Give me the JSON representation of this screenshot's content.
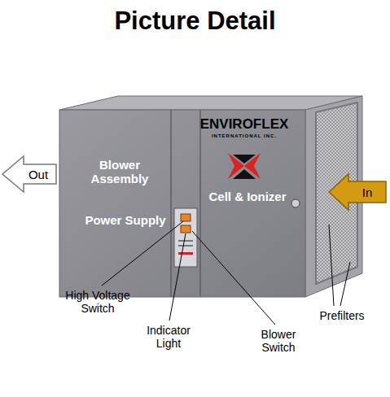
{
  "diagram": {
    "title": "Picture Detail",
    "nodes": [
      {
        "text": [
          "Out"
        ]
      },
      {
        "text": [
          "In"
        ]
      }
    ],
    "labels": [
      "ENVIROFLEX",
      "INTERNATIONAL INC.",
      "Blower Assembly",
      "Power Supply",
      "Cell & Ionizer",
      "High Voltage Switch",
      "Indicator Light",
      "Blower Switch",
      "Prefilters"
    ]
  }
}
